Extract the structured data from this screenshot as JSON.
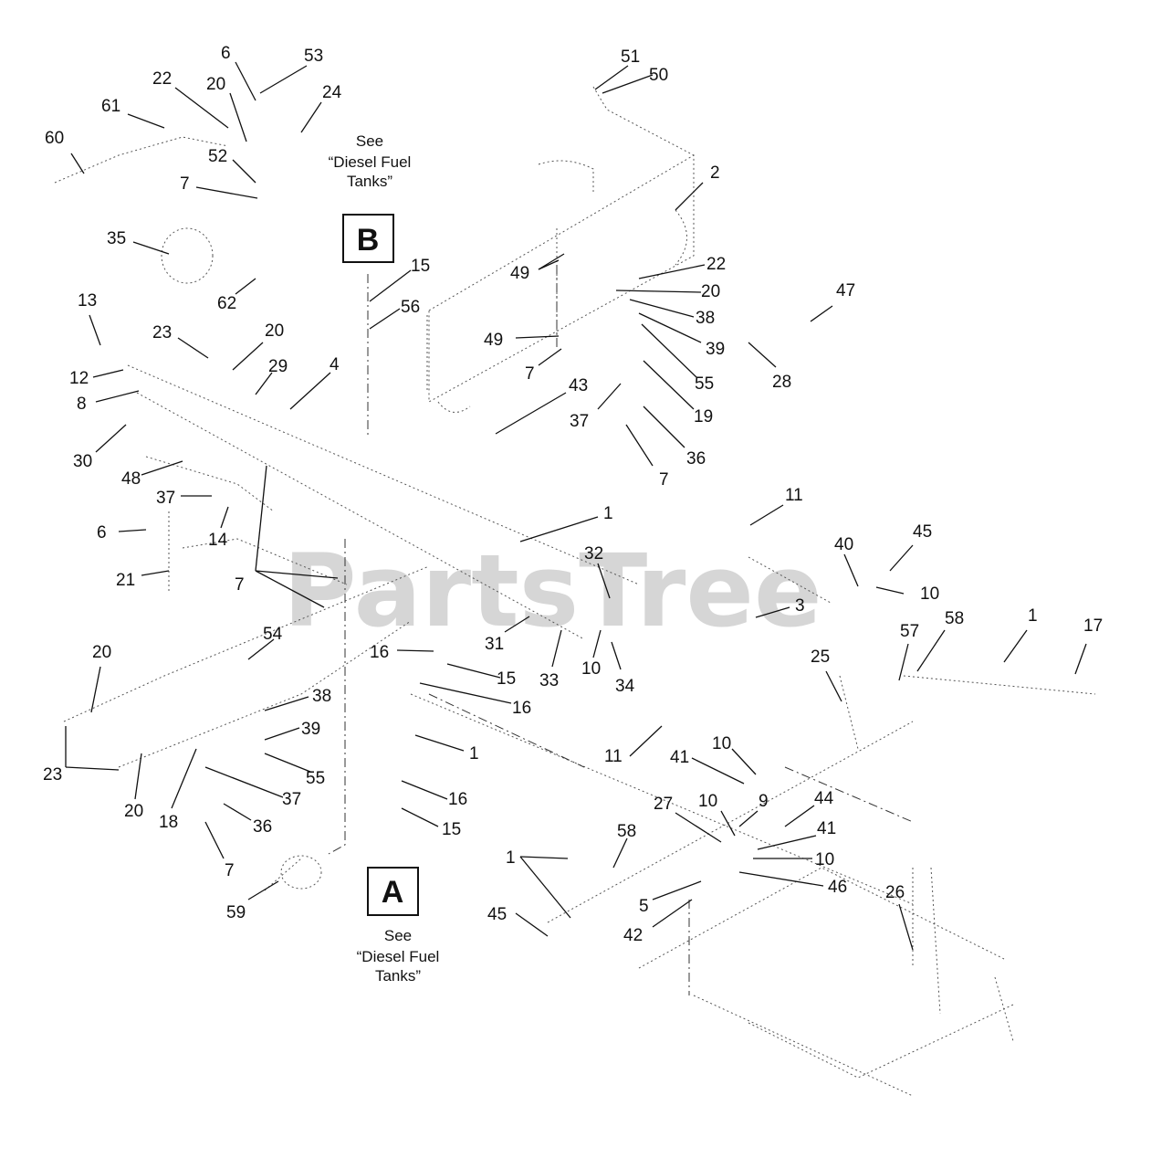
{
  "watermark": "PartsTree",
  "boxes": [
    {
      "id": "B",
      "letter": "B"
    },
    {
      "id": "A",
      "letter": "A"
    }
  ],
  "notes": {
    "top": {
      "line1": "See",
      "line2": "“Diesel Fuel",
      "line3": "Tanks”"
    },
    "bottom": {
      "line1": "See",
      "line2": "“Diesel Fuel",
      "line3": "Tanks”"
    }
  },
  "labels": [
    "6",
    "53",
    "22",
    "20",
    "24",
    "61",
    "60",
    "52",
    "7",
    "35",
    "62",
    "13",
    "12",
    "8",
    "23",
    "20",
    "29",
    "4",
    "30",
    "48",
    "37",
    "14",
    "6",
    "21",
    "7",
    "15",
    "56",
    "51",
    "50",
    "2",
    "49",
    "22",
    "20",
    "38",
    "49",
    "39",
    "7",
    "55",
    "19",
    "43",
    "37",
    "36",
    "7",
    "47",
    "28",
    "1",
    "11",
    "32",
    "40",
    "45",
    "10",
    "3",
    "31",
    "33",
    "10",
    "34",
    "16",
    "15",
    "16",
    "54",
    "20",
    "38",
    "39",
    "55",
    "23",
    "20",
    "37",
    "18",
    "36",
    "7",
    "1",
    "16",
    "15",
    "59",
    "11",
    "57",
    "58",
    "1",
    "17",
    "25",
    "41",
    "10",
    "27",
    "10",
    "9",
    "44",
    "41",
    "10",
    "46",
    "58",
    "1",
    "5",
    "42",
    "45",
    "26"
  ]
}
